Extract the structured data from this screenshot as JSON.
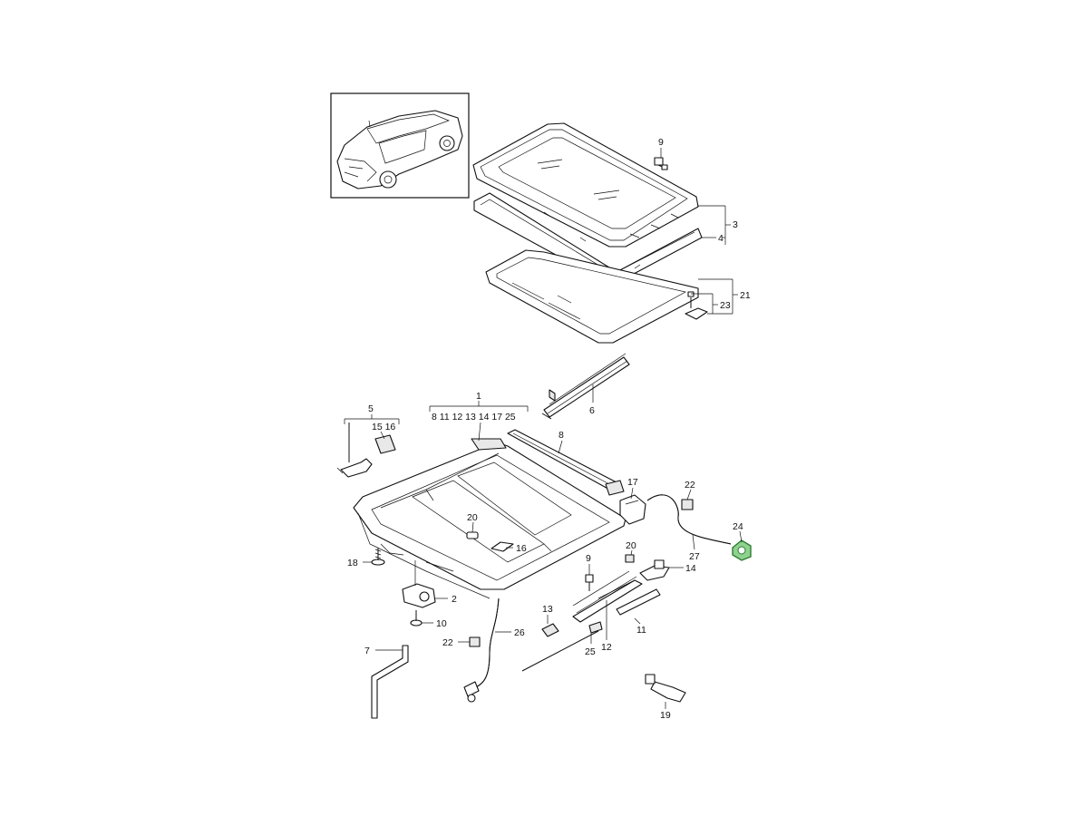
{
  "callouts": {
    "c1": "1",
    "c1_sub": "8 11 12 13 14 17 25",
    "c2": "2",
    "c3": "3",
    "c4": "4",
    "c5": "5",
    "c5_sub": "15 16",
    "c6": "6",
    "c7": "7",
    "c8": "8",
    "c9a": "9",
    "c9b": "9",
    "c10": "10",
    "c11": "11",
    "c12": "12",
    "c13": "13",
    "c14": "14",
    "c16": "16",
    "c17": "17",
    "c18": "18",
    "c19": "19",
    "c20a": "20",
    "c20b": "20",
    "c21": "21",
    "c22a": "22",
    "c22b": "22",
    "c23": "23",
    "c24": "24",
    "c25": "25",
    "c26": "26",
    "c27": "27"
  },
  "colors": {
    "line": "#111111",
    "highlight_fill": "#8fd18f",
    "highlight_stroke": "#2e7d32"
  },
  "highlighted_part": "24"
}
